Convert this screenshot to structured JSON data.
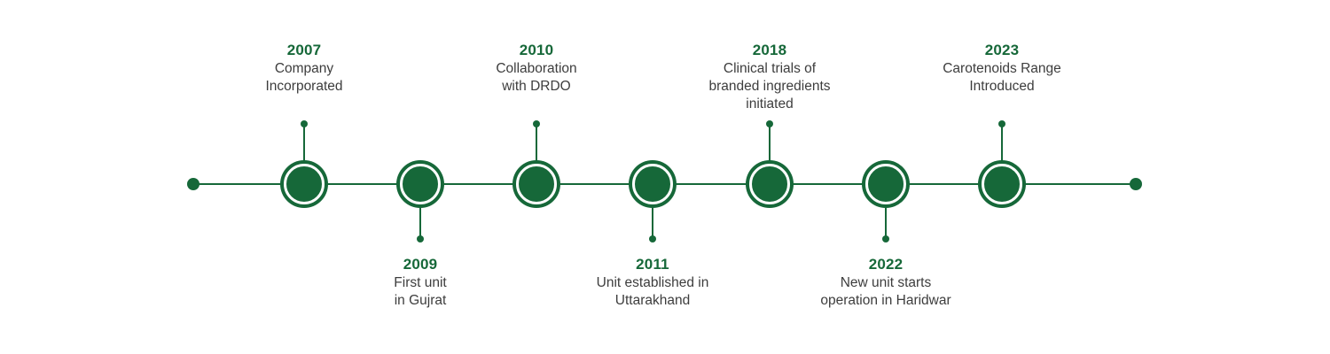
{
  "colors": {
    "accent_green": "#166839",
    "text_dark": "#3d3d3d",
    "background": "#ffffff"
  },
  "timeline": {
    "type": "horizontal-milestone-timeline",
    "milestones": [
      {
        "year": "2007",
        "label": "Company\nIncorporated",
        "side": "top"
      },
      {
        "year": "2009",
        "label": "First unit\nin Gujrat",
        "side": "bottom"
      },
      {
        "year": "2010",
        "label": "Collaboration\nwith DRDO",
        "side": "top"
      },
      {
        "year": "2011",
        "label": "Unit established in\nUttarakhand",
        "side": "bottom"
      },
      {
        "year": "2018",
        "label": "Clinical trials of\nbranded ingredients\ninitiated",
        "side": "top"
      },
      {
        "year": "2022",
        "label": "New unit starts\noperation in Haridwar",
        "side": "bottom"
      },
      {
        "year": "2023",
        "label": "Carotenoids Range\nIntroduced",
        "side": "top"
      }
    ]
  }
}
